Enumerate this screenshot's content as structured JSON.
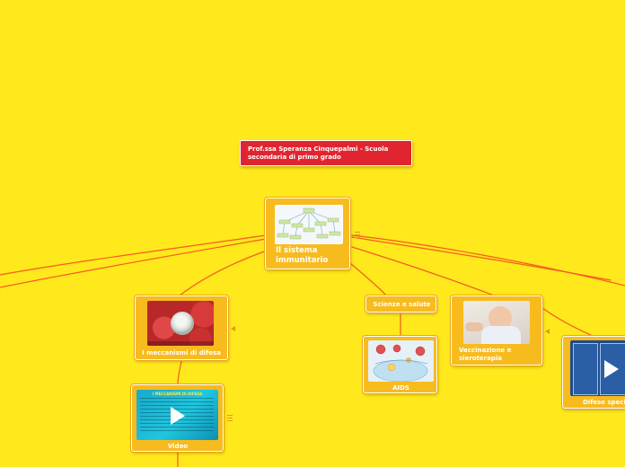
{
  "title_box": {
    "text": "Prof.ssa Speranza Cinquepalmi  - Scuola secondaria di primo grado",
    "color": "#E12530"
  },
  "central": {
    "label": "Il sistema immunitario"
  },
  "nodes": {
    "difesa": {
      "label": "I meccanismi di difesa"
    },
    "video": {
      "label": "Video",
      "thumb_heading": "I MECCANISMI DI DIFESA"
    },
    "scienze": {
      "label": "Scienze e salute"
    },
    "aids": {
      "label": "AIDS"
    },
    "vaccinazione": {
      "label": "Vaccinazione e sieroterapia"
    },
    "difese_spec": {
      "label": "Difese speci"
    }
  },
  "colors": {
    "background": "#FFE81C",
    "node_fill": "#F8BB1E",
    "connector": "#F45D1E",
    "title_box": "#E12530"
  }
}
